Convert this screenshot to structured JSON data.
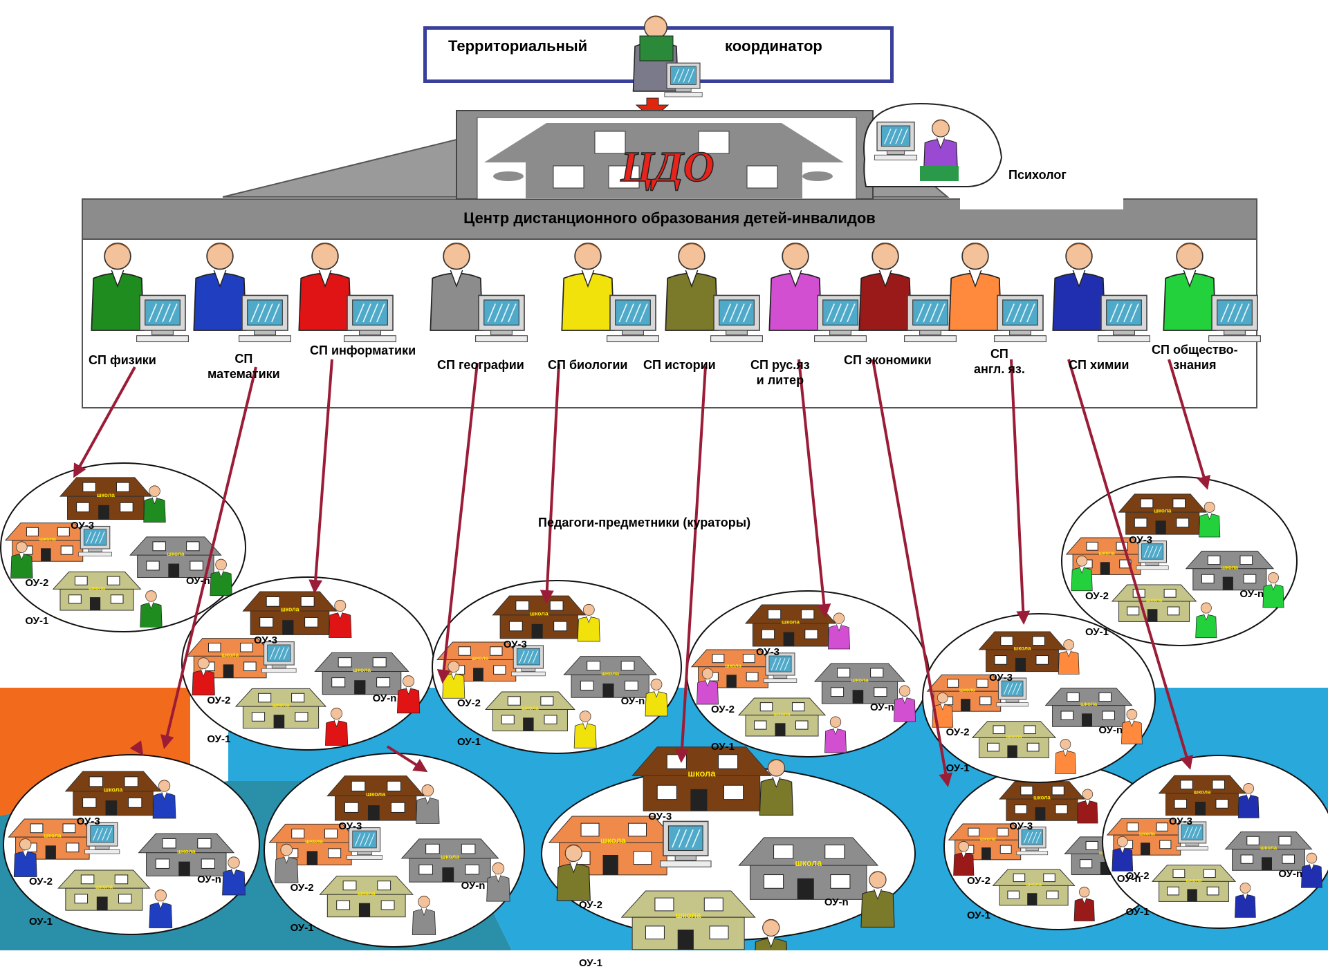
{
  "coordinator": {
    "left_label": "Территориальный",
    "right_label": "координатор"
  },
  "center": {
    "logo": "ЦДО",
    "title": "Центр дистанционного образования детей-инвалидов"
  },
  "psychologist": {
    "label": "Психолог"
  },
  "curators_caption": "Педагоги-предметники (кураторы)",
  "school_sign": "школа",
  "institution_labels": {
    "first": "ОУ-1",
    "second": "ОУ-2",
    "third": "ОУ-3",
    "nth": "ОУ-n"
  },
  "departments": [
    {
      "label": "СП физики",
      "color": "#1e8c1e"
    },
    {
      "label": "СП математики",
      "color": "#1f3fc0"
    },
    {
      "label": "СП информатики",
      "color": "#e01414"
    },
    {
      "label": "СП географии",
      "color": "#8c8c8c"
    },
    {
      "label": "СП биологии",
      "color": "#f2e20c"
    },
    {
      "label": "СП истории",
      "color": "#7a7a2a"
    },
    {
      "label": "СП рус.яз и литер",
      "color": "#d24fd2"
    },
    {
      "label": "СП экономики",
      "color": "#9a1a1a"
    },
    {
      "label": "СП англ. яз.",
      "color": "#ff8a3d"
    },
    {
      "label": "СП химии",
      "color": "#1f2fb0"
    },
    {
      "label": "СП обществознания",
      "color": "#23d13c"
    }
  ],
  "background_colors": {
    "orange": "#f26b1d",
    "teal": "#2a8fa8",
    "light_blue": "#29a8dc"
  },
  "arrow_color": "#9b1c36",
  "box_border_color": "#3a3f9a"
}
